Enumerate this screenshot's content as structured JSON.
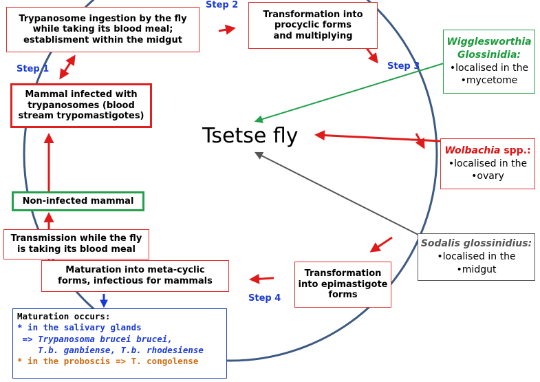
{
  "title": "Tsetse fly",
  "steps": [
    "Step 1",
    "Step 2",
    "Step 3",
    "Step 4"
  ],
  "boxes": {
    "ingestion": [
      "Trypanosome ingestion by the fly",
      "while taking its blood meal;",
      "establisment within the midgut"
    ],
    "procyclic": [
      "Transformation into",
      "procyclic forms",
      "and multiplying"
    ],
    "mammal_infected": [
      "Mammal infected with",
      "trypanosomes (blood",
      "stream trypomastigotes)"
    ],
    "non_infected": "Non-infected mammal",
    "transmission": [
      "Transmission while the fly",
      "is taking its blood meal"
    ],
    "maturation": [
      "Maturation into meta-cyclic",
      "forms, infectious for mammals"
    ],
    "epimastigote": [
      "Transformation",
      "into epimastigote",
      "forms"
    ]
  },
  "symbionts": {
    "wigglesworthia": {
      "name": [
        "Wigglesworthia",
        "Glossinidia:"
      ],
      "lines": [
        "•localised in the",
        "•mycetome"
      ],
      "color": "#1a9a3a"
    },
    "wolbachia": {
      "name": "Wolbachia",
      "suffix": " spp.:",
      "lines": [
        "•localised in the",
        "•ovary"
      ],
      "color": "#e01010"
    },
    "sodalis": {
      "name": "Sodalis glossinidius:",
      "lines": [
        "•localised in the",
        "•midgut"
      ],
      "color": "#555555"
    }
  },
  "maturation_note": {
    "heading": "Maturation occurs:",
    "line1": "* in the salivary glands",
    "line2": " => Trypanosoma brucei brucei,",
    "line3": "    T.b. ganbiense, T.b. rhodesiense",
    "line4": "* in the proboscis => T. congolense",
    "colors": {
      "heading": "#000000",
      "blue": "#1a3ad6",
      "orange": "#d06a10"
    }
  },
  "colors": {
    "circle": "#3c5a82",
    "arrow_red": "#e01a1a",
    "arrow_green": "#22a04a",
    "arrow_gray": "#555555",
    "arrow_blue": "#1a3ad6"
  }
}
